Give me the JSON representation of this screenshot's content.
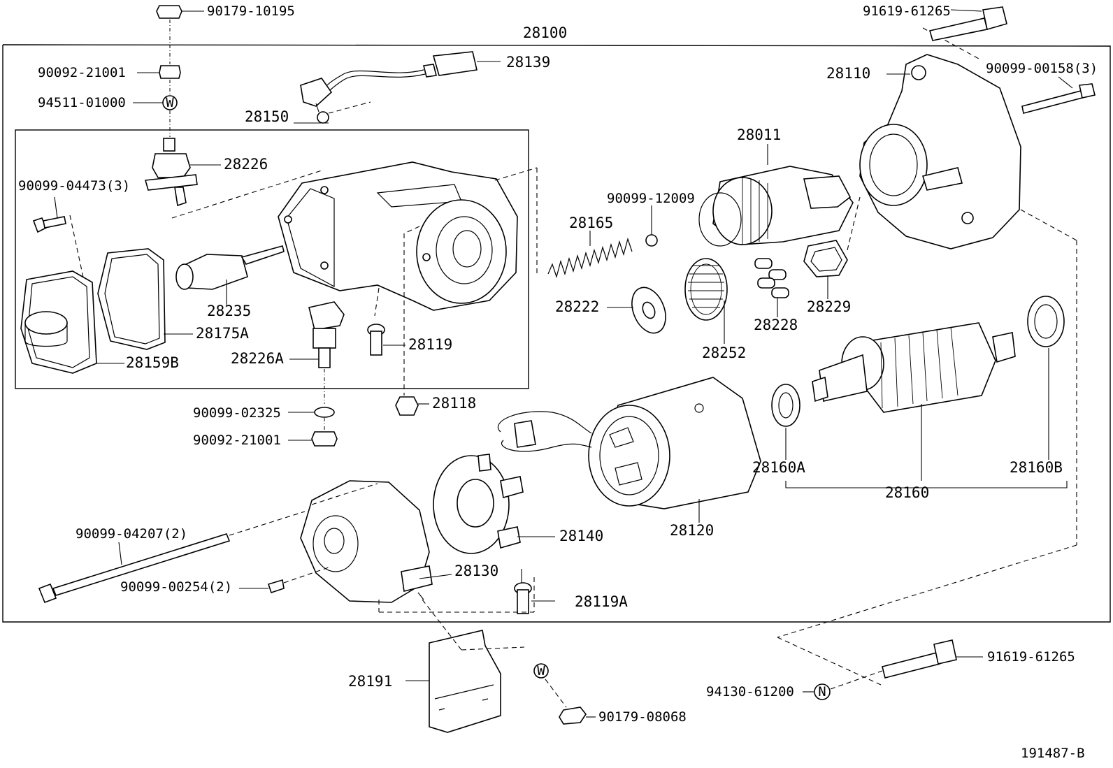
{
  "figure_code": "191487-B",
  "parts": {
    "p28100": "28100",
    "p90179_10195": "90179-10195",
    "p91619_61265_top": "91619-61265",
    "p90092_21001_top": "90092-21001",
    "p28139": "28139",
    "p94511_01000": "94511-01000",
    "p28110": "28110",
    "p90099_00158": "90099-00158(3)",
    "p28150": "28150",
    "p28011": "28011",
    "p28226": "28226",
    "p90099_04473": "90099-04473(3)",
    "p90099_12009": "90099-12009",
    "p28165": "28165",
    "p28235": "28235",
    "p28222": "28222",
    "p28229": "28229",
    "p28175A": "28175A",
    "p28228": "28228",
    "p28119": "28119",
    "p28252": "28252",
    "p28159B": "28159B",
    "p28226A": "28226A",
    "p28118": "28118",
    "p90099_02325": "90099-02325",
    "p90092_21001_bottom": "90092-21001",
    "p28160A": "28160A",
    "p28160B": "28160B",
    "p28160": "28160",
    "p28140": "28140",
    "p28120": "28120",
    "p90099_04207": "90099-04207(2)",
    "p28130": "28130",
    "p90099_00254": "90099-00254(2)",
    "p28119A": "28119A",
    "p91619_61265_bottom": "91619-61265",
    "p28191": "28191",
    "p94130_61200": "94130-61200",
    "p90179_08068": "90179-08068",
    "washer_mark_w": "W",
    "nut_mark_n": "N"
  }
}
